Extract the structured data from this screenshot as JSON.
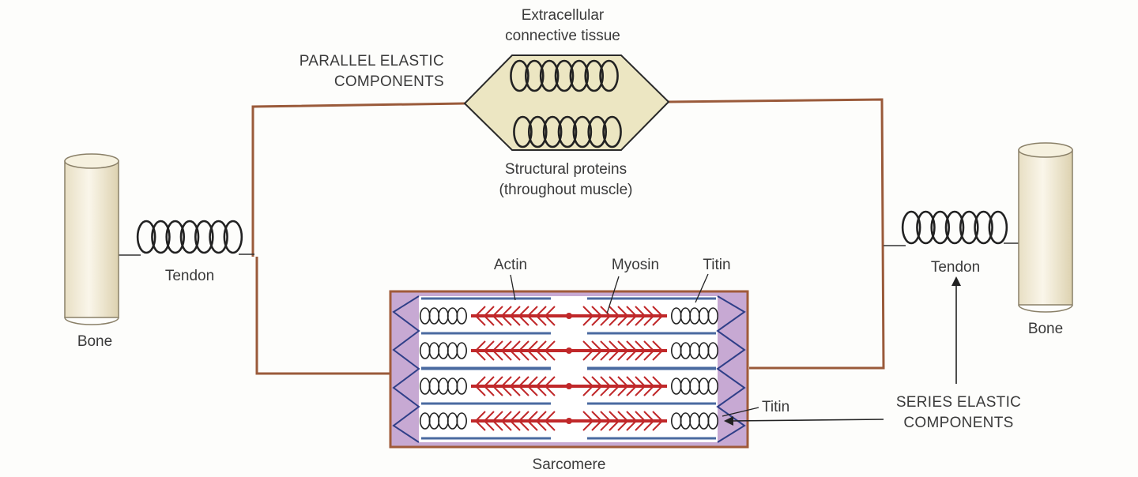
{
  "labels": {
    "extracellular_line1": "Extracellular",
    "extracellular_line2": "connective tissue",
    "parallel_line1": "PARALLEL ELASTIC",
    "parallel_line2": "COMPONENTS",
    "structural_line1": "Structural proteins",
    "structural_line2": "(throughout muscle)",
    "tendon_left": "Tendon",
    "tendon_right": "Tendon",
    "bone_left": "Bone",
    "bone_right": "Bone",
    "actin": "Actin",
    "myosin": "Myosin",
    "titin_top": "Titin",
    "titin_side": "Titin",
    "series_line1": "SERIES ELASTIC",
    "series_line2": "COMPONENTS",
    "sarcomere": "Sarcomere"
  },
  "colors": {
    "wire": "#9a5a3a",
    "bone_fill": "#f4eedb",
    "hexagon_fill": "#ece6c2",
    "sarcomere_border": "#a05a3a",
    "sarcomere_zdisc": "#c7a9d3",
    "actin": "#4a6aa0",
    "myosin": "#c0282a"
  }
}
